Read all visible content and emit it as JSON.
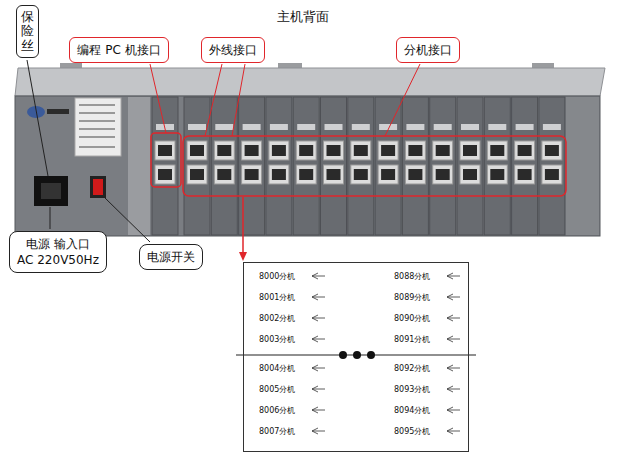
{
  "diagram": {
    "title": "主机背面",
    "nodes": [
      {
        "text": [
          "保险丝"
        ]
      },
      {
        "text": [
          "编程 PC 机接口"
        ]
      },
      {
        "text": [
          "外线接口"
        ]
      },
      {
        "text": [
          "分机接口"
        ]
      },
      {
        "text": [
          "电源 输入口",
          "AC 220V50Hz"
        ]
      },
      {
        "text": [
          "电源开关"
        ]
      },
      {
        "text": [
          "8000分机",
          "8001分机",
          "8002分机",
          "8003分机",
          "8004分机",
          "8005分机",
          "8006分机",
          "8007分机",
          "8088分机",
          "8089分机",
          "8090分机",
          "8091分机",
          "8092分机",
          "8093分机",
          "8094分机",
          "8095分机"
        ]
      }
    ]
  }
}
